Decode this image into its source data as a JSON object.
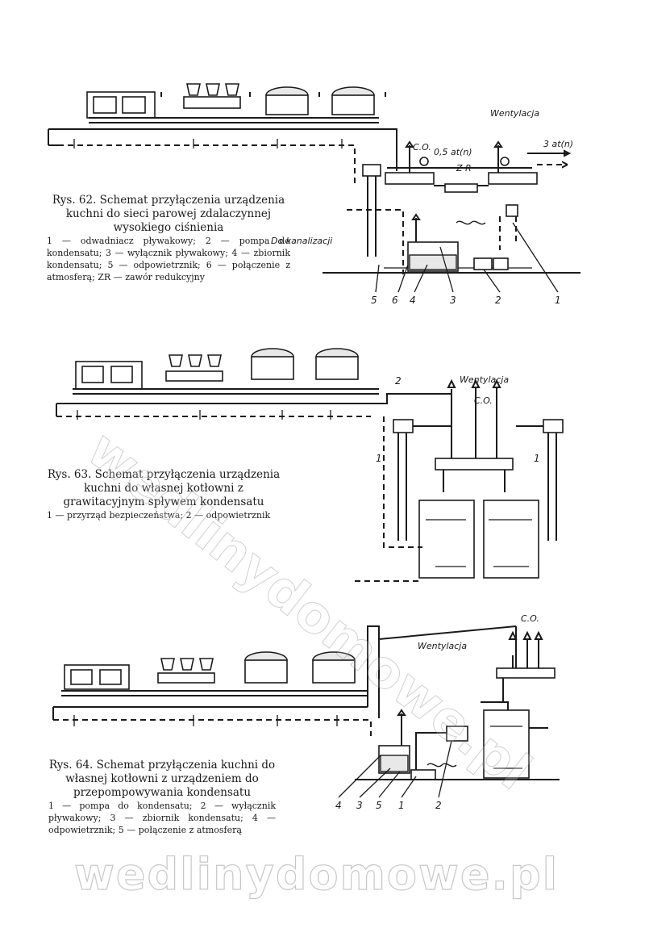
{
  "fig62": {
    "title": "Rys. 62. Schemat przyłączenia urządzenia kuchni do sieci parowej zdalaczynnej wysokiego ciśnienia",
    "legend": "1 — odwadniacz pływakowy; 2 — pompa do kondensatu; 3 — wyłącznik pływakowy; 4 — zbiornik kondensatu; 5 — odpowietrznik; 6 — połączenie z atmosferą; ZR — zawór redukcyjny",
    "labels": {
      "wentylacja": "Wentylacja",
      "co": "C.O.",
      "pressure_low": "0,5 at(n)",
      "zr": "Z R",
      "pressure_high": "3 at(n)",
      "kanalizacja": "Do kanalizacji"
    },
    "numbers": [
      "5",
      "6",
      "4",
      "3",
      "2",
      "1"
    ]
  },
  "fig63": {
    "title": "Rys. 63. Schemat przyłączenia urządzenia kuchni do własnej kotłowni z grawitacyjnym spływem kondensatu",
    "legend": "1 — przyrząd bezpieczeństwa; 2 — odpowietrznik",
    "labels": {
      "wentylacja": "Wentylacja",
      "co": "C.O."
    },
    "numbers": [
      "2",
      "1",
      "1"
    ]
  },
  "fig64": {
    "title": "Rys. 64. Schemat przyłączenia kuchni do własnej kotłowni z urządzeniem do przepompowywania kondensatu",
    "legend": "1 — pompa do kondensatu; 2 — wyłącznik pływakowy; 3 — zbiornik kondensatu; 4 — odpowietrznik; 5 — połączenie z atmosferą",
    "labels": {
      "wentylacja": "Wentylacja",
      "co": "C.O."
    },
    "numbers": [
      "4",
      "3",
      "5",
      "1",
      "2"
    ]
  },
  "watermark": {
    "diagonal": "wedlinydomowe.pl",
    "bottom": "wedlinydomowe.pl"
  }
}
